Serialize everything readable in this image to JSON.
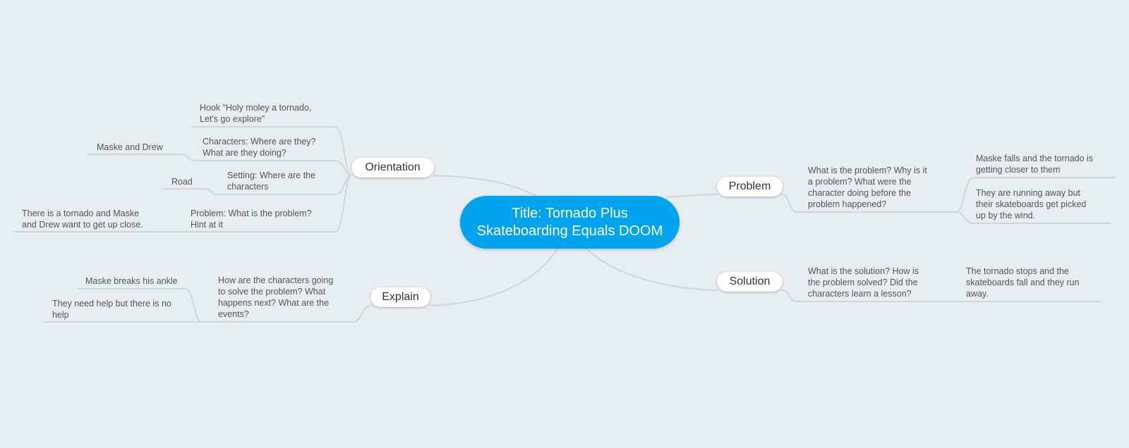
{
  "central": {
    "title_line1": "Title: Tornado Plus",
    "title_line2": "Skateboarding Equals DOOM"
  },
  "branches": {
    "orientation": {
      "label": "Orientation",
      "hook_line1": "Hook “Holy moley a tornado,",
      "hook_line2": "Let's go explore”",
      "characters_line1": "Characters: Where are they?",
      "characters_line2": "What are they doing?",
      "characters_detail": "Maske and Drew",
      "setting_line1": "Setting: Where are the",
      "setting_line2": "characters",
      "setting_detail": "Road",
      "problem_line1": "Problem: What is the problem?",
      "problem_line2": "Hint at it",
      "problem_detail_line1": "There is a tornado and Maske",
      "problem_detail_line2": "and Drew want to get up close."
    },
    "explain": {
      "label": "Explain",
      "question_line1": "How are the characters going",
      "question_line2": "to solve the problem? What",
      "question_line3": "happens next? What are the",
      "question_line4": "events?",
      "event1": "Maske breaks his ankle",
      "event2_line1": "They need help but there is no",
      "event2_line2": "help"
    },
    "problem": {
      "label": "Problem",
      "question_line1": "What is the problem? Why is it",
      "question_line2": "a problem? What were the",
      "question_line3": "character doing before the",
      "question_line4": "problem happened?",
      "answer1_line1": "Maske falls and the tornado is",
      "answer1_line2": "getting closer to them",
      "answer2_line1": "They are running away but",
      "answer2_line2": "their skateboards get picked",
      "answer2_line3": "up by the wind."
    },
    "solution": {
      "label": "Solution",
      "question_line1": "What is the solution? How is",
      "question_line2": "the problem solved? Did the",
      "question_line3": "characters learn a lesson?",
      "answer_line1": "The tornado stops and the",
      "answer_line2": "skateboards fall and they run",
      "answer_line3": "away."
    }
  }
}
